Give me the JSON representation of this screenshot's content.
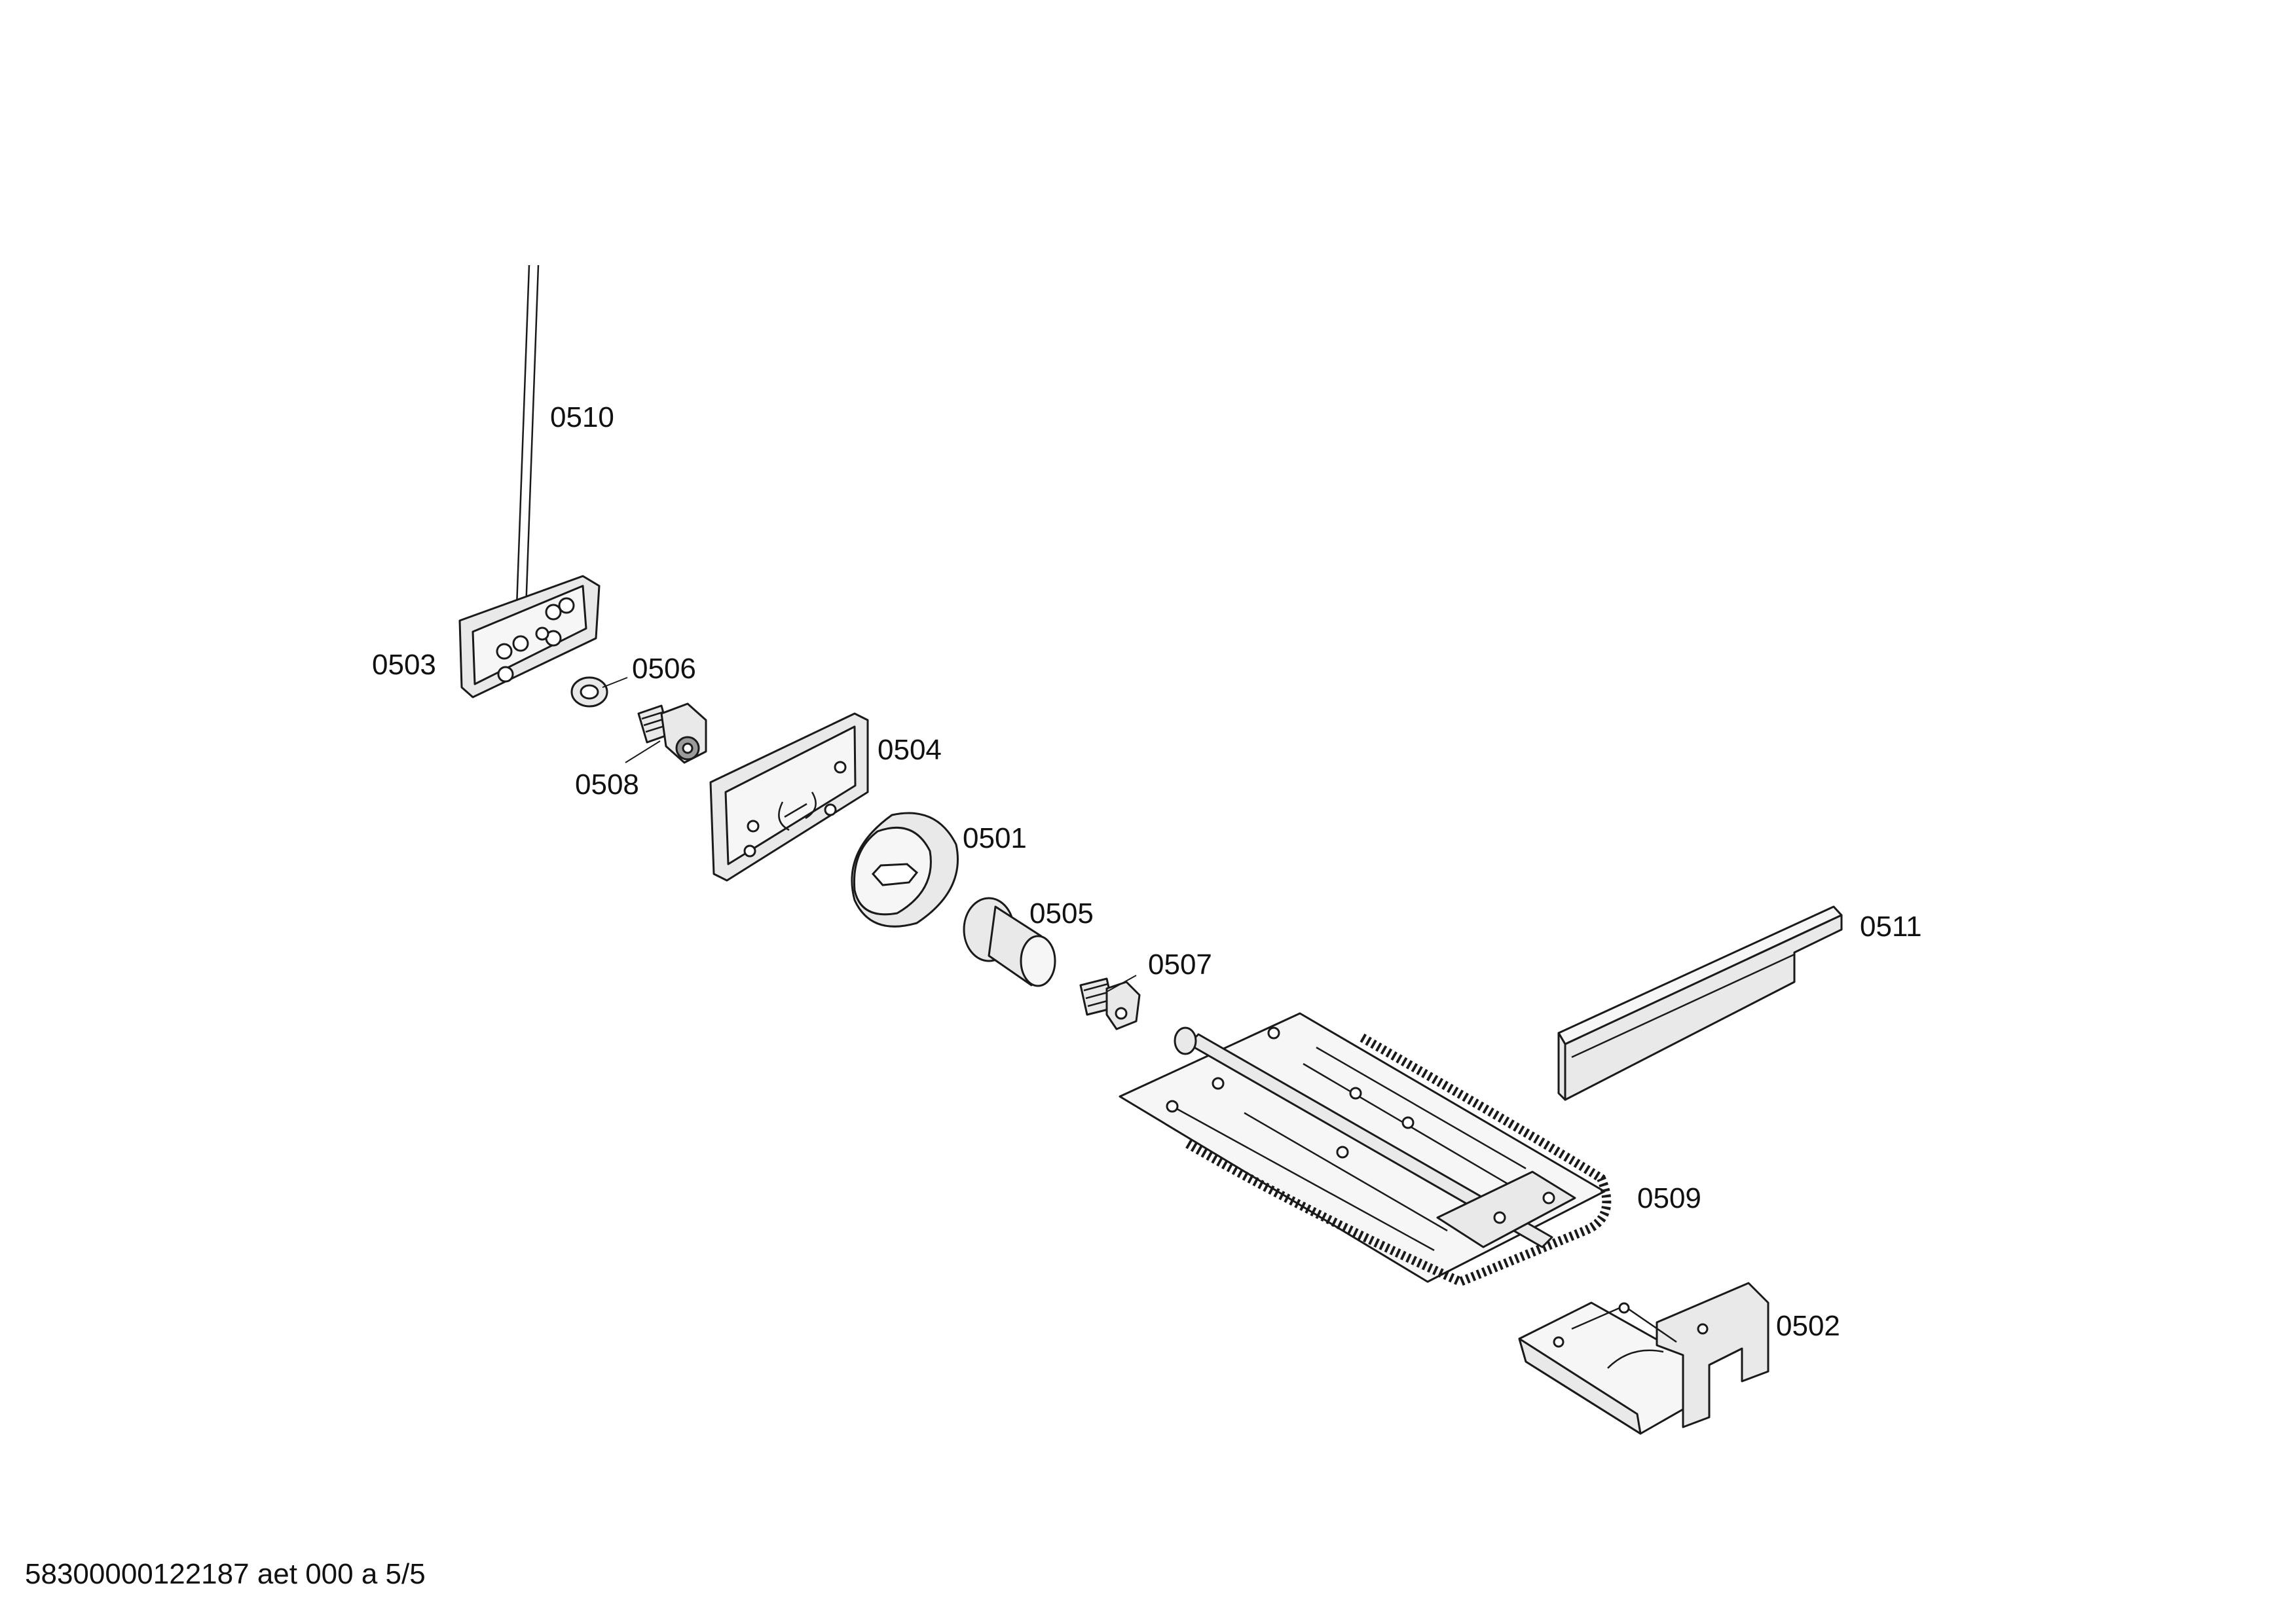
{
  "document_id": "58300000122187 aet 000 a 5/5",
  "parts": [
    {
      "key": "0510",
      "label": "0510"
    },
    {
      "key": "0503",
      "label": "0503"
    },
    {
      "key": "0506",
      "label": "0506"
    },
    {
      "key": "0508",
      "label": "0508"
    },
    {
      "key": "0504",
      "label": "0504"
    },
    {
      "key": "0501",
      "label": "0501"
    },
    {
      "key": "0505",
      "label": "0505"
    },
    {
      "key": "0507",
      "label": "0507"
    },
    {
      "key": "0511",
      "label": "0511"
    },
    {
      "key": "0509",
      "label": "0509"
    },
    {
      "key": "0502",
      "label": "0502"
    }
  ]
}
